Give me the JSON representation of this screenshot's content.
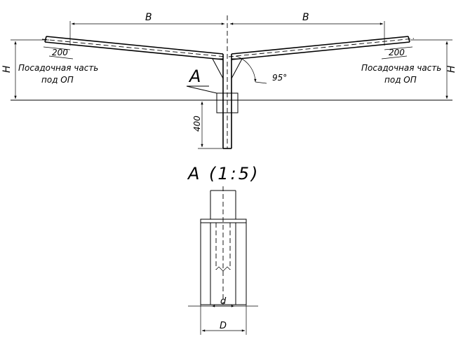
{
  "diagram": {
    "dim_b_left": "B",
    "dim_b_right": "B",
    "dim_200_left": "200",
    "dim_200_right": "200",
    "dim_h_left": "H",
    "dim_h_right": "H",
    "seat_left_line1": "Посадочная часть",
    "seat_left_line2": "под ОП",
    "seat_right_line1": "Посадочная часть",
    "seat_right_line2": "под ОП",
    "angle": "95°",
    "detail_callout": "A",
    "dim_400": "400",
    "detail_title": "A (1:5)",
    "dim_d_small": "d",
    "dim_d_large": "D"
  }
}
